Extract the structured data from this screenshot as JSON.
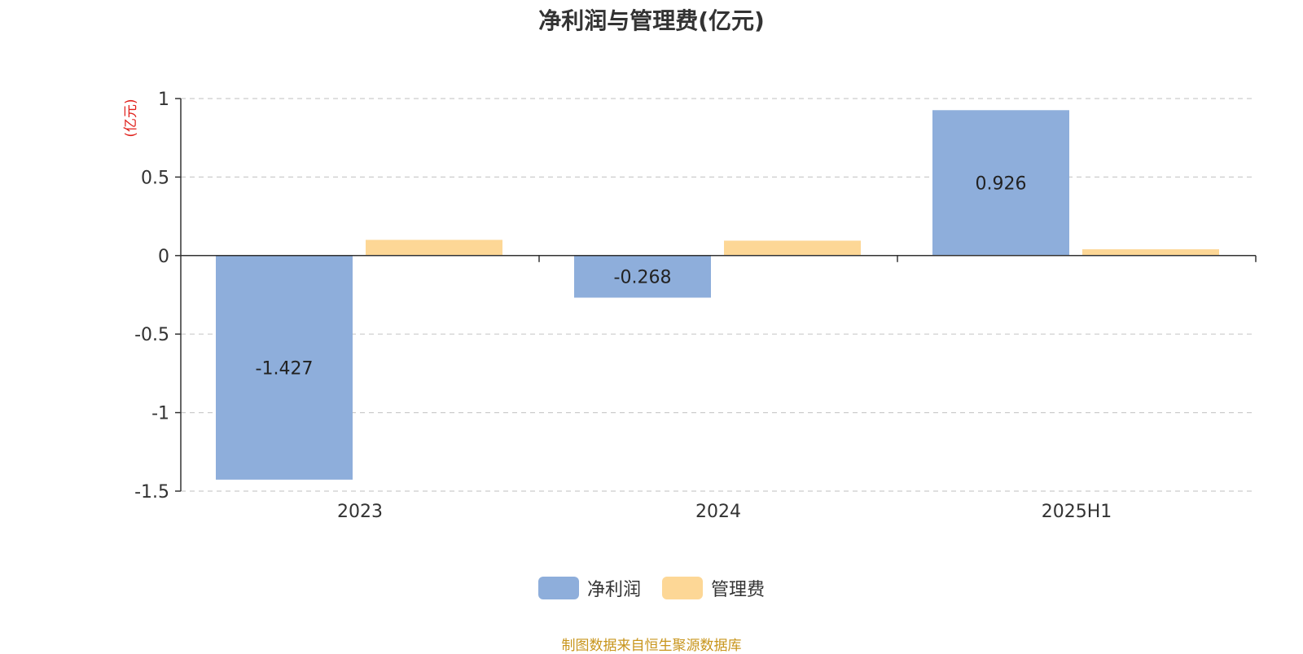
{
  "chart_data": {
    "type": "bar",
    "title": "净利润与管理费(亿元)",
    "ylabel": "(亿元)",
    "xlabel": "",
    "categories": [
      "2023",
      "2024",
      "2025H1"
    ],
    "series": [
      {
        "name": "净利润",
        "values": [
          -1.427,
          -0.268,
          0.926
        ],
        "color": "#8eaedb",
        "labels": [
          "-1.427",
          "-0.268",
          "0.926"
        ]
      },
      {
        "name": "管理费",
        "values": [
          0.1,
          0.095,
          0.04
        ],
        "color": "#fdd796"
      }
    ],
    "ylim": [
      -1.5,
      1
    ],
    "yticks": [
      "1",
      "0.5",
      "0",
      "-0.5",
      "-1",
      "-1.5"
    ],
    "grid": true,
    "legend_position": "bottom-center"
  },
  "source_note": "制图数据来自恒生聚源数据库",
  "colors": {
    "title": "#333333",
    "ylabel": "#e0201b",
    "source_note": "#c8951c",
    "grid": "#cccccc",
    "axis": "#333333"
  }
}
